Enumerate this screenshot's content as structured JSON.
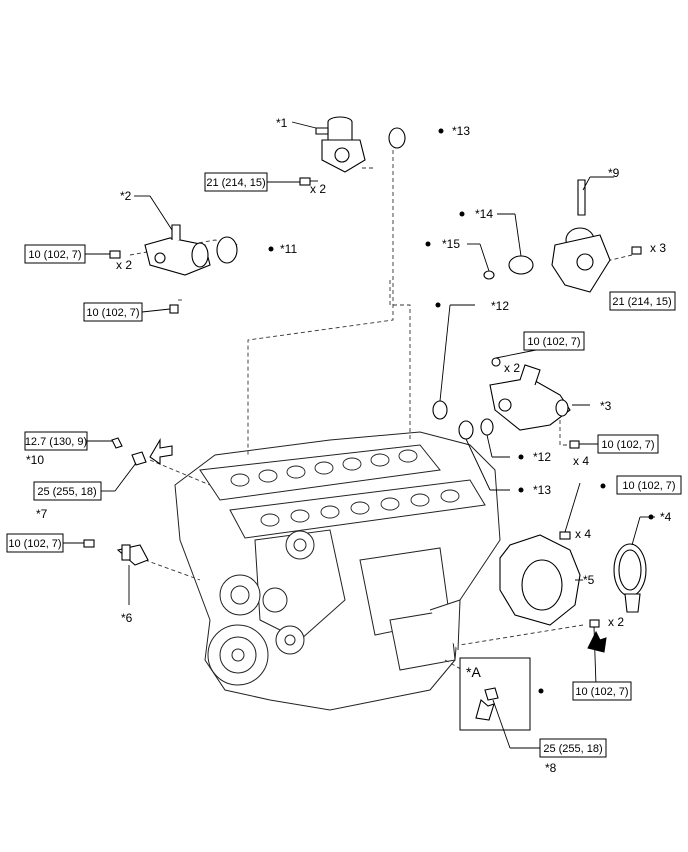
{
  "callouts": {
    "c1": "*1",
    "c2": "*2",
    "c3": "*3",
    "c4": "*4",
    "c5": "*5",
    "c6": "*6",
    "c7": "*7",
    "c8": "*8",
    "c9": "*9",
    "c10": "*10",
    "c11": "*11",
    "c12a": "*12",
    "c12b": "*12",
    "c13a": "*13",
    "c13b": "*13",
    "c14": "*14",
    "c15": "*15",
    "detailA": "*A"
  },
  "torque": {
    "t1": "21 (214, 15)",
    "t2": "10 (102, 7)",
    "t3": "10 (102, 7)",
    "t4": "21 (214, 15)",
    "t5": "10 (102, 7)",
    "t6": "10 (102, 7)",
    "t7": "12.7 (130, 9)",
    "t8": "25 (255, 18)",
    "t9": "10 (102, 7)",
    "t10": "10 (102, 7)",
    "t11": "10 (102, 7)",
    "t12": "25 (255, 18)"
  },
  "qty": {
    "q1": "x 2",
    "q2": "x 2",
    "q3": "x 3",
    "q4": "x 2",
    "q5": "x 4",
    "q6": "x 4",
    "q7": "x 2"
  }
}
